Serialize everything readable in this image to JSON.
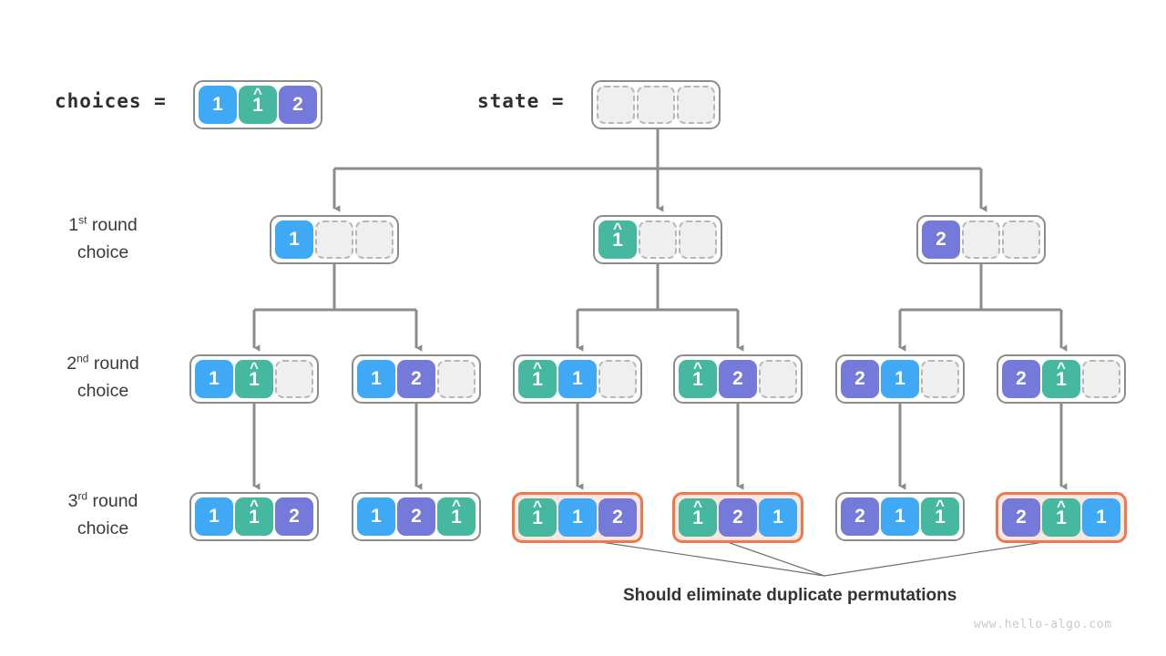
{
  "meta": {
    "watermark": "www.hello-algo.com",
    "caption": "Should eliminate duplicate permutations"
  },
  "header": {
    "choices_label": "choices =",
    "state_label": "state =",
    "choices": [
      "1",
      "1̂",
      "2"
    ],
    "state": [
      "",
      "",
      ""
    ]
  },
  "rows": [
    {
      "label_ordinal": "1",
      "label_suffix": "st",
      "label_rest": " round",
      "label_line2": "choice"
    },
    {
      "label_ordinal": "2",
      "label_suffix": "nd",
      "label_rest": " round",
      "label_line2": "choice"
    },
    {
      "label_ordinal": "3",
      "label_suffix": "rd",
      "label_rest": " round",
      "label_line2": "choice"
    }
  ],
  "colors": {
    "blue": "#3fa9f5",
    "green": "#47b8a0",
    "purple": "#7579d9",
    "empty": "#efefef",
    "border": "#8c8c8c",
    "highlight_border": "#f0794b",
    "highlight_fill": "#fbe7e1",
    "wire": "#8c8c8c",
    "text": "#2f2f2f",
    "watermark": "#c9c9c9"
  },
  "level1": [
    {
      "name": "node-1-a",
      "highlight": false,
      "cells": [
        {
          "value": "1",
          "color": "blue",
          "hat": false
        },
        {
          "value": "",
          "color": "empty",
          "hat": false
        },
        {
          "value": "",
          "color": "empty",
          "hat": false
        }
      ]
    },
    {
      "name": "node-1-b",
      "highlight": false,
      "cells": [
        {
          "value": "1",
          "color": "green",
          "hat": true
        },
        {
          "value": "",
          "color": "empty",
          "hat": false
        },
        {
          "value": "",
          "color": "empty",
          "hat": false
        }
      ]
    },
    {
      "name": "node-1-c",
      "highlight": false,
      "cells": [
        {
          "value": "2",
          "color": "purple",
          "hat": false
        },
        {
          "value": "",
          "color": "empty",
          "hat": false
        },
        {
          "value": "",
          "color": "empty",
          "hat": false
        }
      ]
    }
  ],
  "level2": [
    {
      "name": "node-2-a",
      "highlight": false,
      "cells": [
        {
          "value": "1",
          "color": "blue",
          "hat": false
        },
        {
          "value": "1",
          "color": "green",
          "hat": true
        },
        {
          "value": "",
          "color": "empty",
          "hat": false
        }
      ]
    },
    {
      "name": "node-2-b",
      "highlight": false,
      "cells": [
        {
          "value": "1",
          "color": "blue",
          "hat": false
        },
        {
          "value": "2",
          "color": "purple",
          "hat": false
        },
        {
          "value": "",
          "color": "empty",
          "hat": false
        }
      ]
    },
    {
      "name": "node-2-c",
      "highlight": false,
      "cells": [
        {
          "value": "1",
          "color": "green",
          "hat": true
        },
        {
          "value": "1",
          "color": "blue",
          "hat": false
        },
        {
          "value": "",
          "color": "empty",
          "hat": false
        }
      ]
    },
    {
      "name": "node-2-d",
      "highlight": false,
      "cells": [
        {
          "value": "1",
          "color": "green",
          "hat": true
        },
        {
          "value": "2",
          "color": "purple",
          "hat": false
        },
        {
          "value": "",
          "color": "empty",
          "hat": false
        }
      ]
    },
    {
      "name": "node-2-e",
      "highlight": false,
      "cells": [
        {
          "value": "2",
          "color": "purple",
          "hat": false
        },
        {
          "value": "1",
          "color": "blue",
          "hat": false
        },
        {
          "value": "",
          "color": "empty",
          "hat": false
        }
      ]
    },
    {
      "name": "node-2-f",
      "highlight": false,
      "cells": [
        {
          "value": "2",
          "color": "purple",
          "hat": false
        },
        {
          "value": "1",
          "color": "green",
          "hat": true
        },
        {
          "value": "",
          "color": "empty",
          "hat": false
        }
      ]
    }
  ],
  "level3": [
    {
      "name": "node-3-a",
      "highlight": false,
      "cells": [
        {
          "value": "1",
          "color": "blue",
          "hat": false
        },
        {
          "value": "1",
          "color": "green",
          "hat": true
        },
        {
          "value": "2",
          "color": "purple",
          "hat": false
        }
      ]
    },
    {
      "name": "node-3-b",
      "highlight": false,
      "cells": [
        {
          "value": "1",
          "color": "blue",
          "hat": false
        },
        {
          "value": "2",
          "color": "purple",
          "hat": false
        },
        {
          "value": "1",
          "color": "green",
          "hat": true
        }
      ]
    },
    {
      "name": "node-3-c",
      "highlight": true,
      "cells": [
        {
          "value": "1",
          "color": "green",
          "hat": true
        },
        {
          "value": "1",
          "color": "blue",
          "hat": false
        },
        {
          "value": "2",
          "color": "purple",
          "hat": false
        }
      ]
    },
    {
      "name": "node-3-d",
      "highlight": true,
      "cells": [
        {
          "value": "1",
          "color": "green",
          "hat": true
        },
        {
          "value": "2",
          "color": "purple",
          "hat": false
        },
        {
          "value": "1",
          "color": "blue",
          "hat": false
        }
      ]
    },
    {
      "name": "node-3-e",
      "highlight": false,
      "cells": [
        {
          "value": "2",
          "color": "purple",
          "hat": false
        },
        {
          "value": "1",
          "color": "blue",
          "hat": false
        },
        {
          "value": "1",
          "color": "green",
          "hat": true
        }
      ]
    },
    {
      "name": "node-3-f",
      "highlight": true,
      "cells": [
        {
          "value": "2",
          "color": "purple",
          "hat": false
        },
        {
          "value": "1",
          "color": "green",
          "hat": true
        },
        {
          "value": "1",
          "color": "blue",
          "hat": false
        }
      ]
    }
  ]
}
